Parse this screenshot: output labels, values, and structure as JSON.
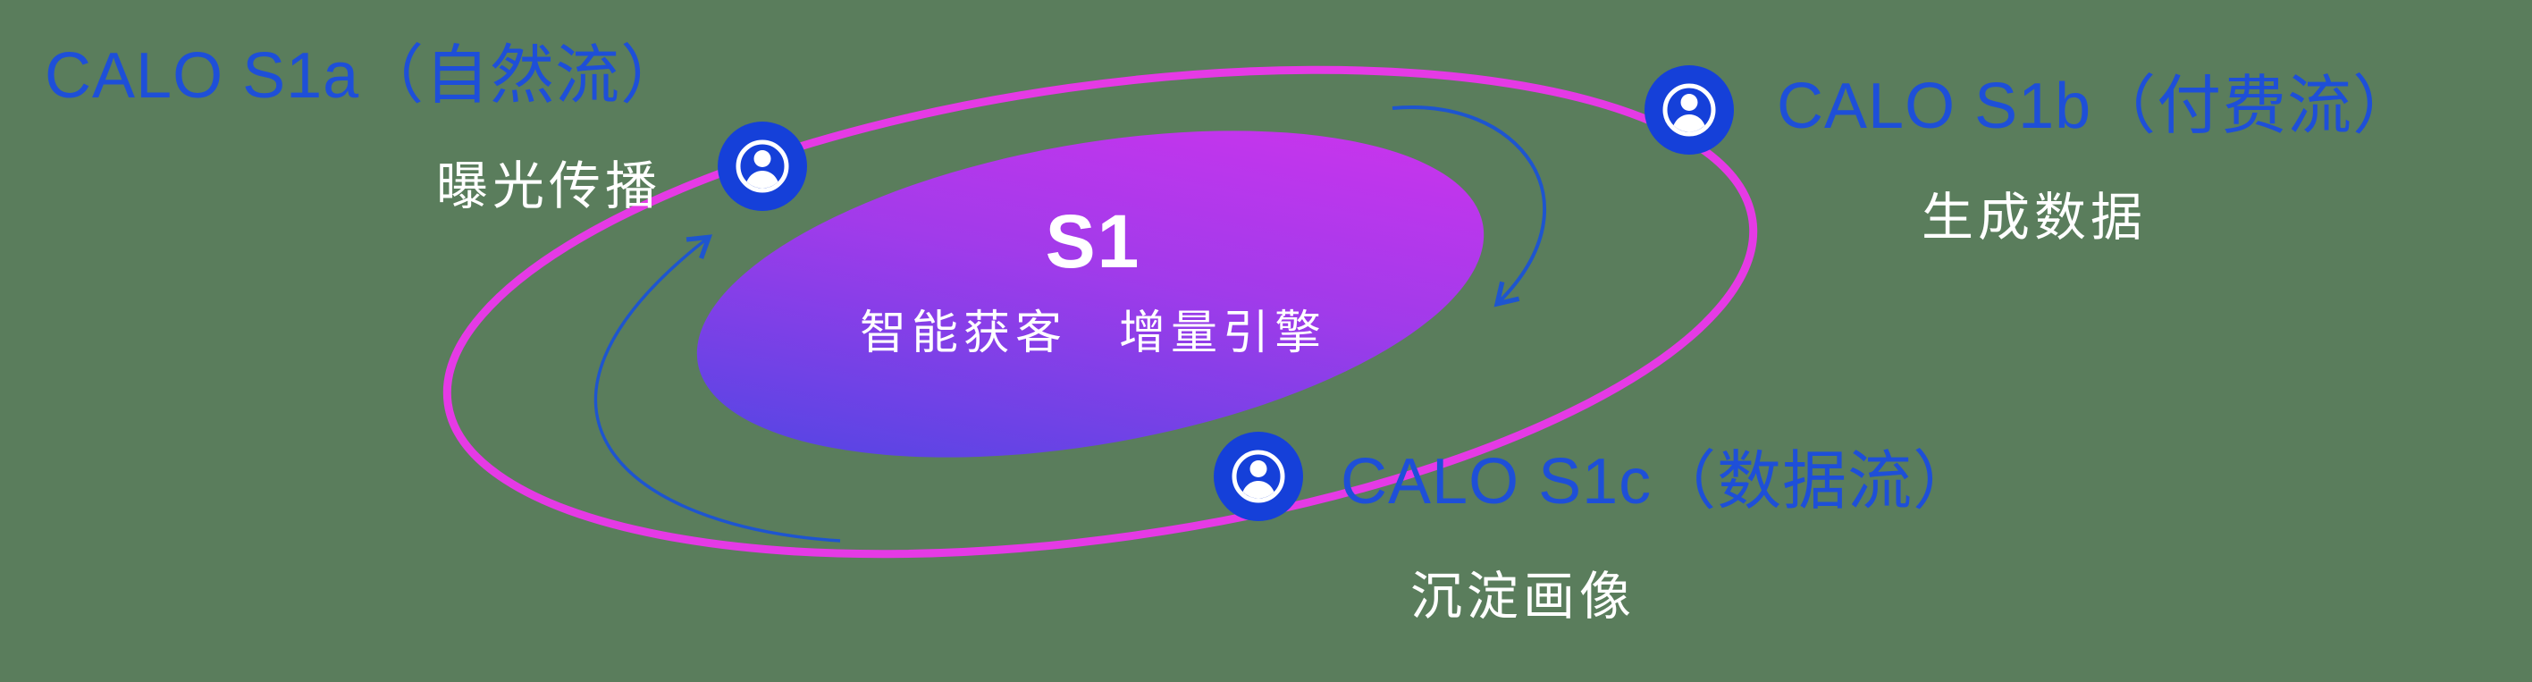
{
  "background_color": "#5a7d5c",
  "colors": {
    "label_blue": "#1e4fd8",
    "orbit_magenta": "#e53ae5",
    "node_blue": "#1540d9",
    "arrow_blue": "#1e55cf",
    "center_gradient_start": "#4348e2",
    "center_gradient_end": "#d632ee",
    "subtitle_white": "#ffffff"
  },
  "center": {
    "title": "S1",
    "subtitle": "智能获客　增量引擎"
  },
  "nodes": [
    {
      "id": "s1a",
      "title": "CALO S1a（自然流）",
      "subtitle": "曝光传播",
      "icon": "user-icon"
    },
    {
      "id": "s1b",
      "title": "CALO S1b（付费流）",
      "subtitle": "生成数据",
      "icon": "user-icon"
    },
    {
      "id": "s1c",
      "title": "CALO S1c（数据流）",
      "subtitle": "沉淀画像",
      "icon": "user-icon"
    }
  ]
}
